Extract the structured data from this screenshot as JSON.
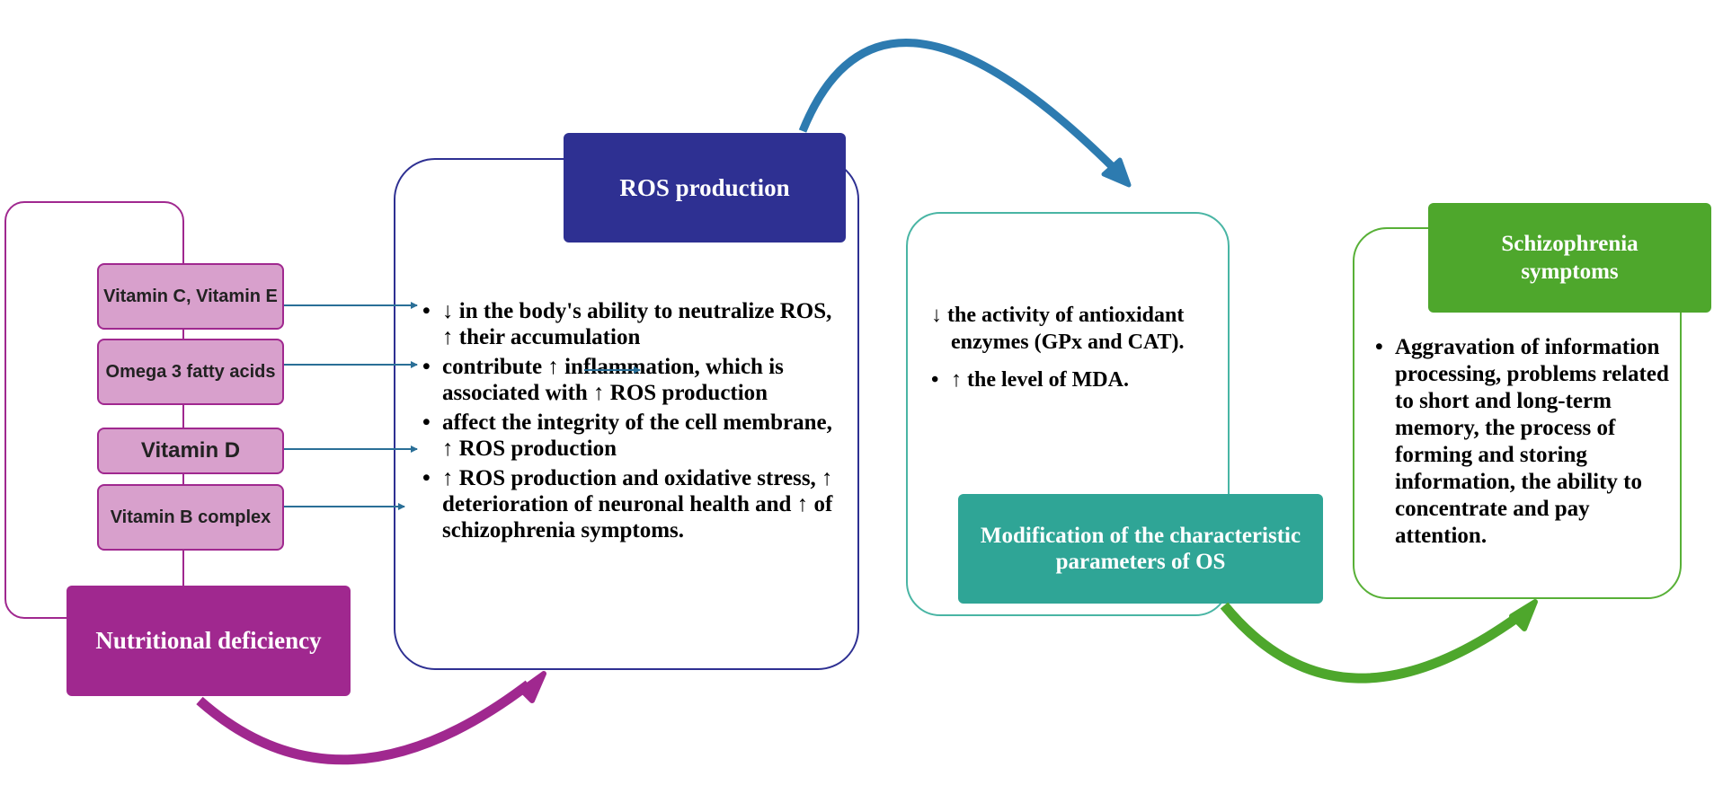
{
  "colors": {
    "nutrition": "#a0288f",
    "vitamin_fill": "#d8a0cc",
    "ros": "#2e3092",
    "os_frame": "#49b5a4",
    "os_header": "#2fa596",
    "schizophrenia": "#4ea72c",
    "curve_blue": "#2d7bb0",
    "connector": "#2a6f97"
  },
  "nutrition": {
    "header": "Nutritional deficiency",
    "vitamins": [
      "Vitamin C, Vitamin E",
      "Omega 3 fatty acids",
      "Vitamin D",
      "Vitamin B complex"
    ]
  },
  "ros": {
    "header": "ROS production",
    "bullets": [
      "↓ in the body's ability to neutralize ROS, ↑ their accumulation",
      "contribute ↑ inflammation, which is associated with ↑ ROS production",
      "affect the integrity of the cell membrane, ↑ ROS production",
      "↑ ROS production and oxidative stress, ↑ deterioration of neuronal health and ↑ of schizophrenia symptoms."
    ]
  },
  "os": {
    "header": "Modification of the characteristic parameters of OS",
    "items": [
      "↓ the activity of antioxidant enzymes (GPx and CAT).",
      "↑ the level of MDA."
    ]
  },
  "schizophrenia": {
    "header": "Schizophrenia symptoms",
    "bullets": [
      "Aggravation of information processing, problems related to short and long-term memory, the process of forming and storing information, the ability to concentrate and pay attention."
    ]
  }
}
